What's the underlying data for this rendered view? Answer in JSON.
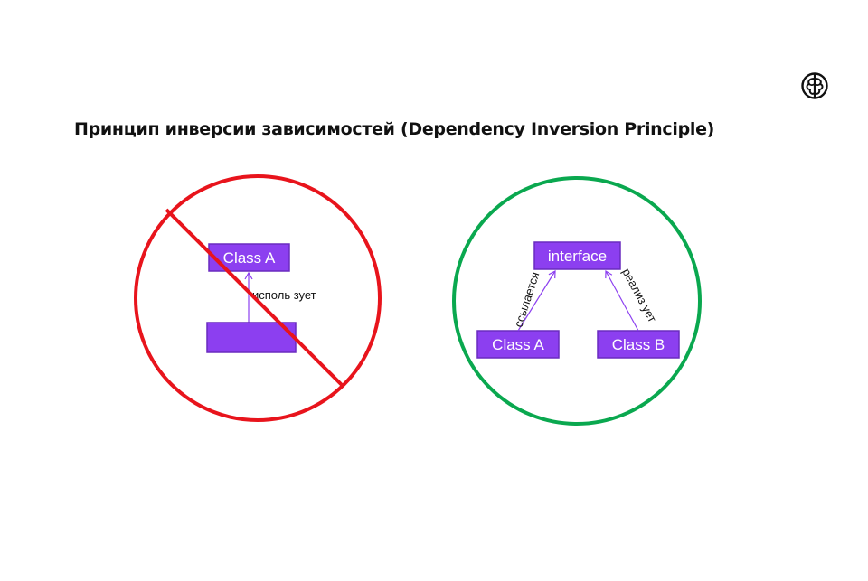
{
  "slide": {
    "title": "Принцип инверсии зависимостей (Dependency Inversion Principle)",
    "logo_icon": "brain-icon"
  },
  "bad_example": {
    "verdict": "crossed-out",
    "circle_color": "#e8141c",
    "class_a_label": "Class A",
    "dependency_label": "исполь зует",
    "box_color": "#8c3ff0"
  },
  "good_example": {
    "verdict": "approved",
    "circle_color": "#0aa84f",
    "interface_label": "interface",
    "class_a_label": "Class A",
    "class_b_label": "Class B",
    "refers_label": "ссылается",
    "implements_label": "реализ ует",
    "box_color": "#8c3ff0"
  }
}
